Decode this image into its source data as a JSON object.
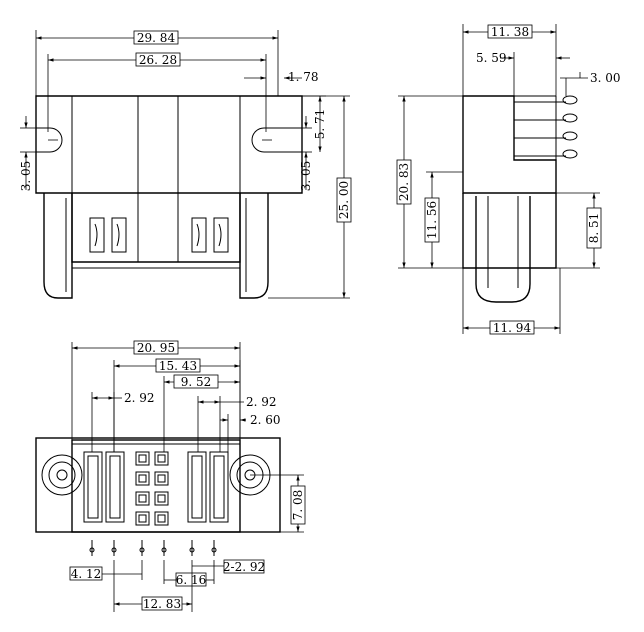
{
  "front_view": {
    "dim_overall_width": "29. 84",
    "dim_hole_spacing": "26. 28",
    "dim_ear_offset": "1. 78",
    "dim_hole_dia_left": "3. 05",
    "dim_hole_dia_right": "3. 05",
    "dim_hole_height": "5. 71",
    "dim_overall_height": "25. 00"
  },
  "side_view": {
    "dim_top_width": "11. 38",
    "dim_pin_offset": "5. 59",
    "dim_pin_pitch": "3. 00",
    "dim_body_height": "20. 83",
    "dim_lower_height": "11. 56",
    "dim_plug_height": "8. 51",
    "dim_bottom_width": "11. 94"
  },
  "bottom_view": {
    "dim_pin_span": "20. 95",
    "dim_outer_pins": "15. 43",
    "dim_inner_pins": "9. 52",
    "dim_left_slot": "2. 92",
    "dim_right_slot": "2. 92",
    "dim_slot_width": "2. 60",
    "dim_body_depth": "7. 08",
    "dim_pin_left": "4. 12",
    "dim_pin_center": "6. 16",
    "dim_pin_right": "2-2. 92",
    "dim_pin_base": "12. 83"
  }
}
